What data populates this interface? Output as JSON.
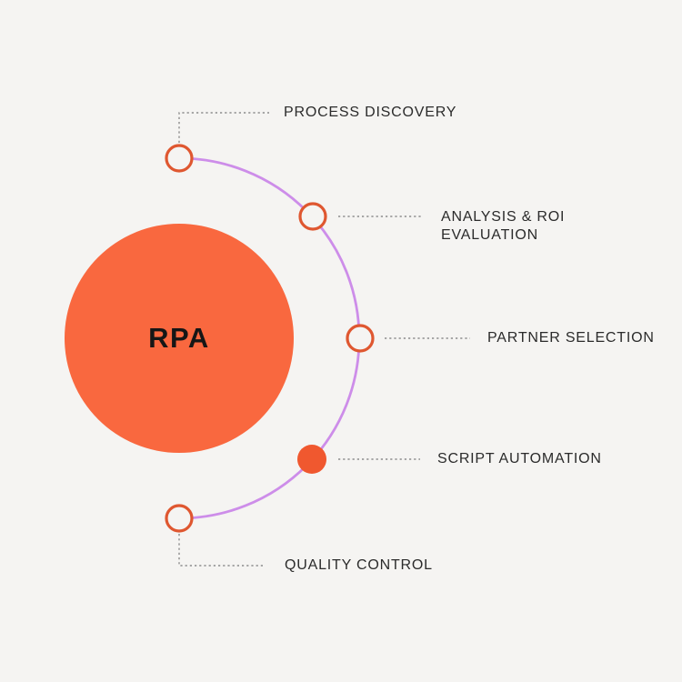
{
  "diagram": {
    "center_label": "RPA",
    "nodes": [
      {
        "id": "process-discovery",
        "label": "PROCESS DISCOVERY",
        "marker": "outlined"
      },
      {
        "id": "analysis-roi-evaluation",
        "label": "ANALYSIS & ROI EVALUATION",
        "marker": "outlined"
      },
      {
        "id": "partner-selection",
        "label": "PARTNER SELECTION",
        "marker": "outlined"
      },
      {
        "id": "script-automation",
        "label": "SCRIPT AUTOMATION",
        "marker": "filled"
      },
      {
        "id": "quality-control",
        "label": "QUALITY CONTROL",
        "marker": "outlined"
      }
    ],
    "colors": {
      "background": "#F5F4F2",
      "center_circle": "#F9683F",
      "node_outline": "#DF5730",
      "node_filled": "#F0582F",
      "arc_purple": "#CD8DE9",
      "connector_gray": "#8C8C8C",
      "label_text": "#2B2B2B",
      "center_label_text": "#161616"
    }
  }
}
